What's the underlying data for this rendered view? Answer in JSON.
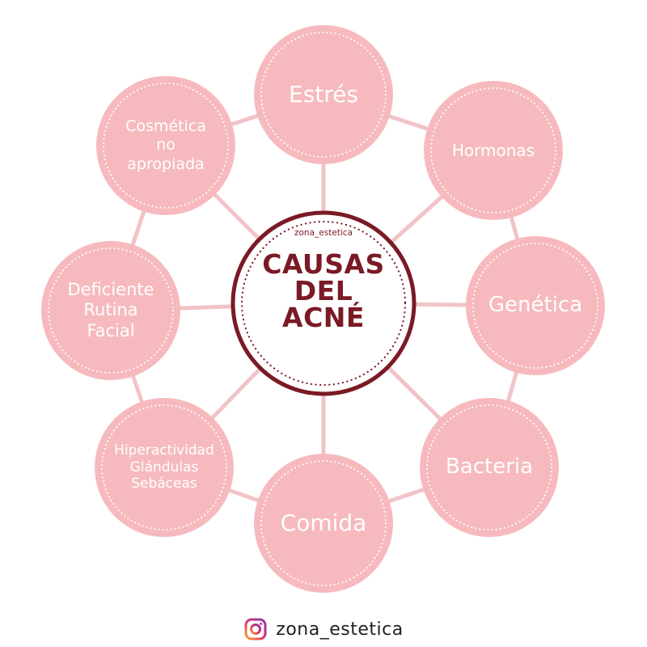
{
  "diagram": {
    "center": {
      "brand": "zona_estetica",
      "title": "CAUSAS\nDEL\nACNÉ"
    },
    "nodes": [
      {
        "id": "estres",
        "label": "Estrés"
      },
      {
        "id": "hormonas",
        "label": "Hormonas"
      },
      {
        "id": "genetica",
        "label": "Genética"
      },
      {
        "id": "bacteria",
        "label": "Bacteria"
      },
      {
        "id": "comida",
        "label": "Comida"
      },
      {
        "id": "hiperactividad",
        "label": "Hiperactividad\nGlándulas\nSebáceas"
      },
      {
        "id": "rutina",
        "label": "Deficiente\nRutina\nFacial"
      },
      {
        "id": "cosmetica",
        "label": "Cosmética\nno\napropiada"
      }
    ]
  },
  "footer": {
    "handle": "zona_estetica",
    "icon": "instagram-icon"
  },
  "colors": {
    "node_fill": "#f6babe",
    "line": "#f2c4c7",
    "center_ring": "#7a1a25",
    "text_dark": "#7a1a25"
  }
}
